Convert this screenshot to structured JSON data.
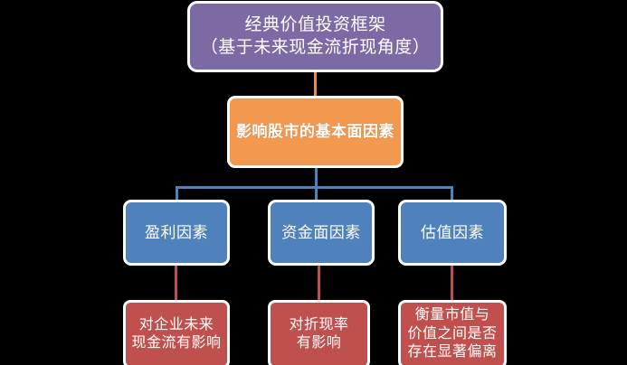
{
  "diagram": {
    "title": "经典价值投资框架（基于未来现金流折现角度）",
    "background_color": "#000000",
    "root": {
      "label": "经典价值投资框架\n（基于未来现金流折现角度）",
      "color": "#7c6aa4"
    },
    "primary": {
      "label": "影响股市的基本面因素",
      "color": "#f2994f"
    },
    "factors": [
      {
        "label": "盈利因素",
        "color": "#4f81bd"
      },
      {
        "label": "资金面因素",
        "color": "#4f81bd"
      },
      {
        "label": "估值因素",
        "color": "#4f81bd"
      }
    ],
    "effects": [
      {
        "label": "对企业未来\n现金流有影响",
        "color": "#c0504d"
      },
      {
        "label": "对折现率\n有影响",
        "color": "#c0504d"
      },
      {
        "label": "衡量市值与\n价值之间是否\n存在显著偏离",
        "color": "#c0504d"
      }
    ],
    "connector_colors": {
      "root_to_primary": "#ed8c3c",
      "primary_to_factors": "#4f81bd",
      "factors_to_effects": "#c0504d"
    }
  }
}
